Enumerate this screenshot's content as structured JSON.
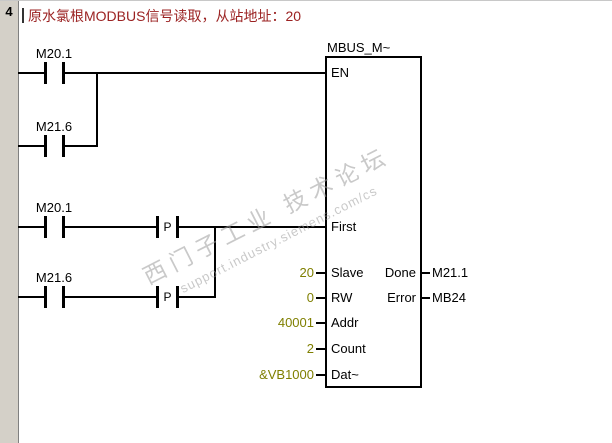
{
  "colors": {
    "comment": "#9b2222",
    "operand-value": "#7f7f00",
    "wire": "#000000",
    "gutter": "#d4d0c8",
    "watermark": "#9e9e9e"
  },
  "network": {
    "number": "4",
    "comment": "原水氯根MODBUS信号读取，从站地址：20"
  },
  "rungs": {
    "en": {
      "contacts": [
        {
          "label": "M20.1"
        },
        {
          "label": "M21.6"
        }
      ]
    },
    "first": {
      "contacts": [
        {
          "label": "M20.1",
          "edge": "P"
        },
        {
          "label": "M21.6",
          "edge": "P"
        }
      ]
    }
  },
  "block": {
    "name": "MBUS_M~",
    "inputs": [
      {
        "pin": "EN",
        "value": ""
      },
      {
        "pin": "First",
        "value": ""
      },
      {
        "pin": "Slave",
        "value": "20"
      },
      {
        "pin": "RW",
        "value": "0"
      },
      {
        "pin": "Addr",
        "value": "40001"
      },
      {
        "pin": "Count",
        "value": "2"
      },
      {
        "pin": "Dat~",
        "value": "&VB1000"
      }
    ],
    "outputs": [
      {
        "pin": "Done",
        "value": "M21.1"
      },
      {
        "pin": "Error",
        "value": "MB24"
      }
    ]
  },
  "watermark": {
    "line1": "西门子工业 技术论坛",
    "line2": "support.industry.siemens.com/cs"
  }
}
